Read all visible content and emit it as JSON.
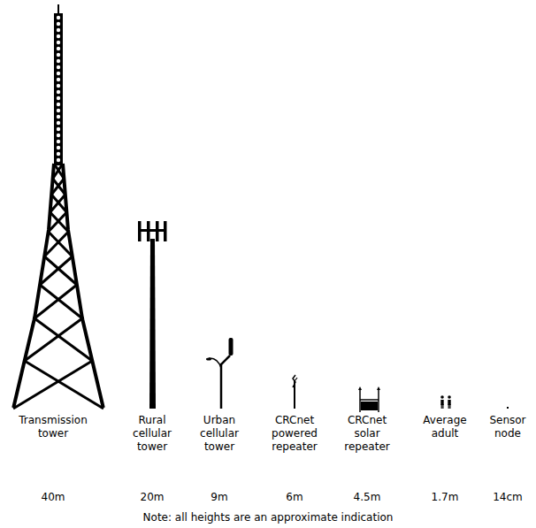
{
  "diagram": {
    "labels": [
      "Transmission tower",
      "40m",
      "Rural cellular tower",
      "20m",
      "Urban cellular tower",
      "9m",
      "CRCnet powered repeater",
      "6m",
      "CRCnet solar repeater",
      "4.5m",
      "Average adult",
      "1.7m",
      "Sensor node",
      "14cm",
      "Note: all heights are an approximate indication"
    ]
  }
}
